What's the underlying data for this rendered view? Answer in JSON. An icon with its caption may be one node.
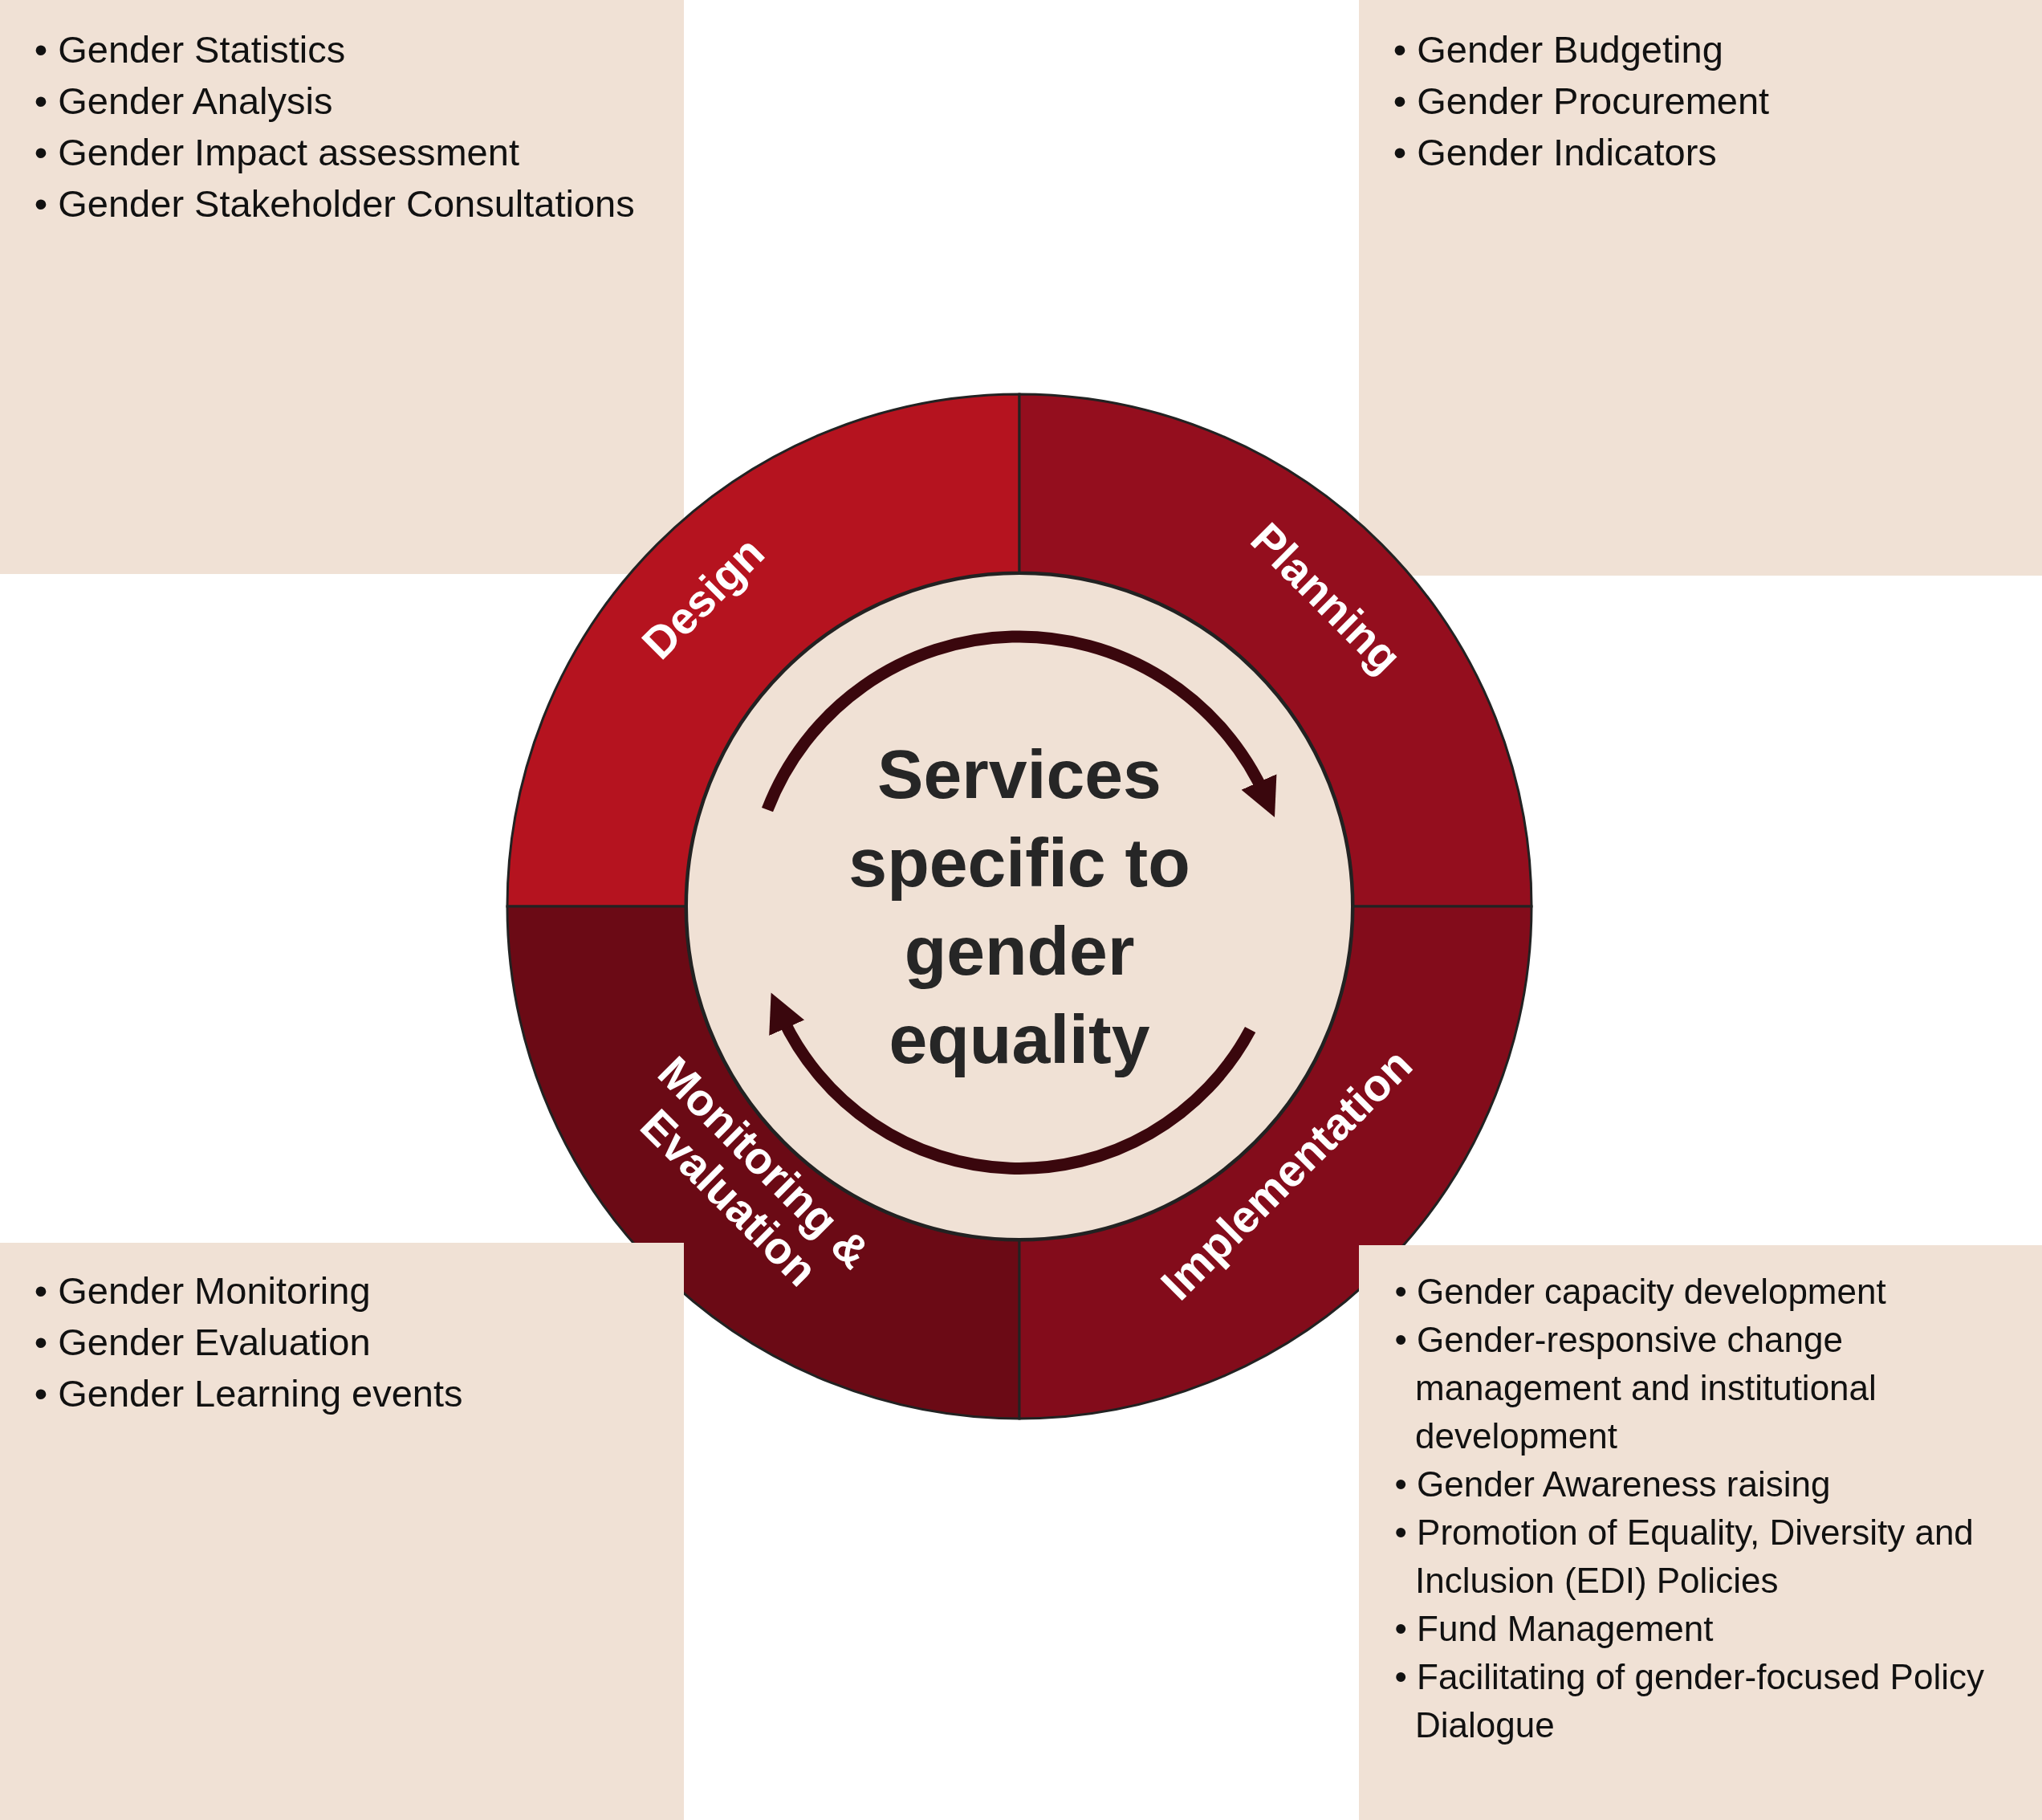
{
  "diagram": {
    "nodes": [
      {
        "text": [
          "• Gender Statistics",
          "• Gender Analysis",
          "• Gender Impact assessment",
          "• Gender Stakeholder Consultations"
        ]
      },
      {
        "text": [
          "• Gender Budgeting",
          "• Gender Procurement",
          "• Gender Indicators"
        ]
      },
      {
        "text": [
          "Design"
        ]
      },
      {
        "text": [
          "Planning"
        ]
      },
      {
        "text": [
          "Services specific to gender equality"
        ]
      },
      {
        "text": [
          "Monitoring & Evaluation"
        ]
      },
      {
        "text": [
          "Implementation"
        ]
      },
      {
        "text": [
          "• Gender Monitoring",
          "• Gender Evaluation",
          "• Gender Learning events"
        ]
      },
      {
        "text": [
          "• Gender capacity development",
          "• Gender-responsive change management and institutional development",
          "• Gender Awareness raising",
          "• Promotion of Equality, Diversity and Inclusion (EDI) Policies",
          "• Fund Management",
          "• Facilitating of gender-focused Policy Dialogue"
        ]
      },
      {
        "text": [],
        "shape": "arrow",
        "in": 4
      },
      {
        "text": [],
        "shape": "arrow",
        "in": 4
      }
    ]
  }
}
